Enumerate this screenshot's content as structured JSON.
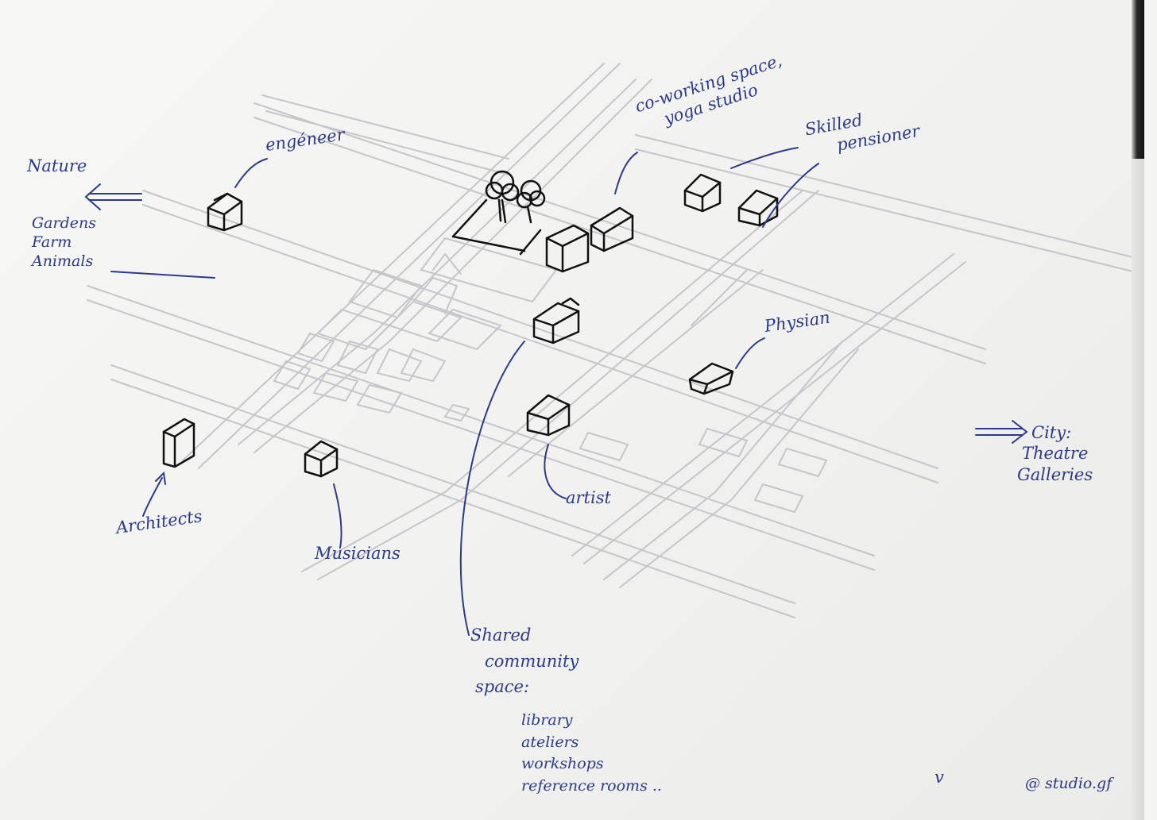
{
  "notes": {
    "nature": "Nature",
    "gardens": [
      "Gardens",
      "Farm",
      "Animals"
    ],
    "engineer": "engéneer",
    "coworking": [
      "co-working space,",
      "yoga studio"
    ],
    "skilled": [
      "Skilled",
      "pensioner"
    ],
    "physician": "Physian",
    "city": [
      "City:",
      "Theatre",
      "Galleries"
    ],
    "architects": "Architects",
    "musicians": "Musicians",
    "artist": "artist",
    "shared": [
      "Shared",
      "community",
      "space:"
    ],
    "shared_list": [
      "library",
      "ateliers",
      "workshops",
      "reference rooms .."
    ],
    "mark": "v",
    "signature": "@ studio.gf"
  },
  "colors": {
    "paper": "#f4f4f2",
    "ink": "#2b3a8a",
    "pencil": "#bfc1c6",
    "pen": "#111111"
  }
}
